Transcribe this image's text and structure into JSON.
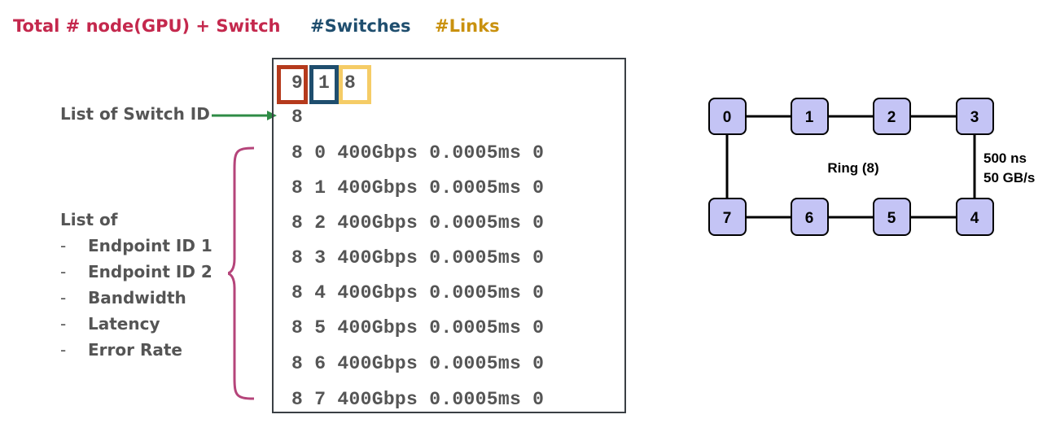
{
  "header": {
    "total": {
      "text": "Total # node(GPU) + Switch",
      "color": "#c4284d"
    },
    "switches": {
      "text": "#Switches",
      "color": "#1f4e6e"
    },
    "links": {
      "text": "#Links",
      "color": "#c9910e"
    }
  },
  "annotations": {
    "switch_id_label": "List of Switch ID",
    "list_of": "List of",
    "fields": [
      {
        "dash": "-",
        "text": "Endpoint ID 1"
      },
      {
        "dash": "-",
        "text": "Endpoint ID 2"
      },
      {
        "dash": "-",
        "text": "Bandwidth"
      },
      {
        "dash": "-",
        "text": "Latency"
      },
      {
        "dash": "-",
        "text": "Error Rate"
      }
    ]
  },
  "file": {
    "header_values": [
      "9",
      "1",
      "8"
    ],
    "switch_ids": "8",
    "links": [
      "8 0 400Gbps 0.0005ms 0",
      "8 1 400Gbps 0.0005ms 0",
      "8 2 400Gbps 0.0005ms 0",
      "8 3 400Gbps 0.0005ms 0",
      "8 4 400Gbps 0.0005ms 0",
      "8 5 400Gbps 0.0005ms 0",
      "8 6 400Gbps 0.0005ms 0",
      "8 7 400Gbps 0.0005ms 0"
    ]
  },
  "topology": {
    "top_nodes": [
      "0",
      "1",
      "2",
      "3"
    ],
    "bottom_nodes": [
      "7",
      "6",
      "5",
      "4"
    ],
    "center_label": "Ring (8)",
    "edge_labels": [
      "500 ns",
      "50 GB/s"
    ],
    "node_fill": "#c4c4f5"
  },
  "colors": {
    "arrow": "#2e8b45",
    "brace": "#b5447a",
    "box_red": "#b53a1c",
    "box_blue": "#1f4e6e",
    "box_yellow": "#f5cc66"
  }
}
